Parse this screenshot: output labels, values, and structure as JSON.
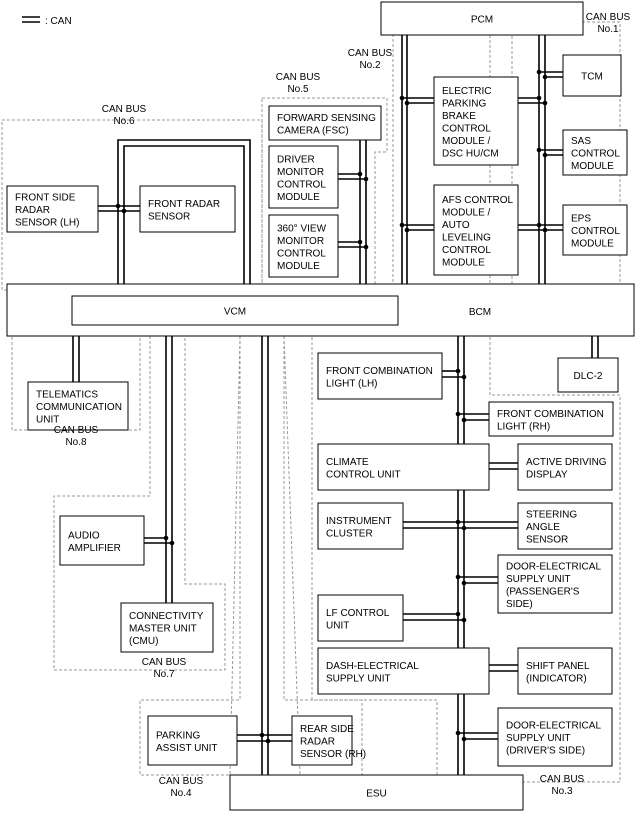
{
  "legend": {
    "label": ": CAN"
  },
  "bus_labels": {
    "bus1": [
      "CAN BUS",
      "No.1"
    ],
    "bus2": [
      "CAN BUS",
      "No.2"
    ],
    "bus3": [
      "CAN BUS",
      "No.3"
    ],
    "bus4": [
      "CAN BUS",
      "No.4"
    ],
    "bus5": [
      "CAN BUS",
      "No.5"
    ],
    "bus6": [
      "CAN BUS",
      "No.6"
    ],
    "bus7": [
      "CAN BUS",
      "No.7"
    ],
    "bus8": [
      "CAN BUS",
      "No.8"
    ]
  },
  "modules": {
    "pcm": [
      "PCM"
    ],
    "tcm": [
      "TCM"
    ],
    "sas": [
      "SAS",
      "CONTROL",
      "MODULE"
    ],
    "eps": [
      "EPS",
      "CONTROL",
      "MODULE"
    ],
    "epb": [
      "ELECTRIC",
      "PARKING",
      "BRAKE",
      "CONTROL",
      "MODULE /",
      "DSC HU/CM"
    ],
    "afs": [
      "AFS CONTROL",
      "MODULE /",
      "AUTO",
      "LEVELING",
      "CONTROL",
      "MODULE"
    ],
    "fsc": [
      "FORWARD SENSING",
      "CAMERA (FSC)"
    ],
    "dmcm": [
      "DRIVER",
      "MONITOR",
      "CONTROL",
      "MODULE"
    ],
    "vmcm": [
      "360° VIEW",
      "MONITOR",
      "CONTROL",
      "MODULE"
    ],
    "fsr_lh": [
      "FRONT SIDE",
      "RADAR",
      "SENSOR (LH)"
    ],
    "frs": [
      "FRONT RADAR",
      "SENSOR"
    ],
    "bcm": [
      "BCM"
    ],
    "vcm": [
      "VCM"
    ],
    "dlc2": [
      "DLC-2"
    ],
    "tcu": [
      "TELEMATICS",
      "COMMUNICATION",
      "UNIT"
    ],
    "fcl_lh": [
      "FRONT COMBINATION",
      "LIGHT (LH)"
    ],
    "fcl_rh": [
      "FRONT COMBINATION",
      "LIGHT (RH)"
    ],
    "climate": [
      "CLIMATE",
      "CONTROL UNIT"
    ],
    "add": [
      "ACTIVE DRIVING",
      "DISPLAY"
    ],
    "ic": [
      "INSTRUMENT",
      "CLUSTER"
    ],
    "sas2": [
      "STEERING",
      "ANGLE",
      "SENSOR"
    ],
    "desu_ps": [
      "DOOR-ELECTRICAL",
      "SUPPLY UNIT",
      "(PASSENGER'S",
      "SIDE)"
    ],
    "lf": [
      "LF CONTROL",
      "UNIT"
    ],
    "dash": [
      "DASH-ELECTRICAL",
      "SUPPLY UNIT"
    ],
    "shift": [
      "SHIFT PANEL",
      "(INDICATOR)"
    ],
    "desu_ds": [
      "DOOR-ELECTRICAL",
      "SUPPLY UNIT",
      "(DRIVER'S SIDE)"
    ],
    "amp": [
      "AUDIO",
      "AMPLIFIER"
    ],
    "cmu": [
      "CONNECTIVITY",
      "MASTER UNIT",
      "(CMU)"
    ],
    "pau": [
      "PARKING",
      "ASSIST UNIT"
    ],
    "rsr_rh": [
      "REAR SIDE",
      "RADAR",
      "SENSOR (RH)"
    ],
    "esu": [
      "ESU"
    ]
  }
}
